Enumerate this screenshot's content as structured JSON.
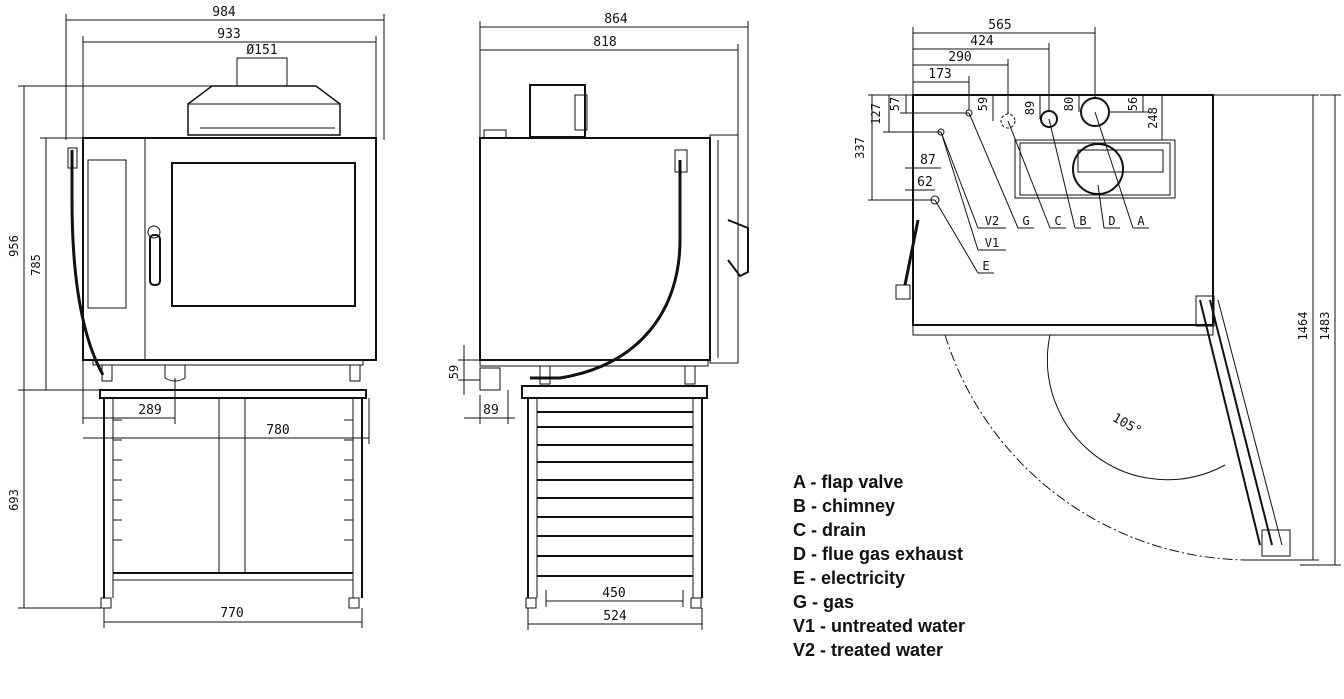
{
  "front_view": {
    "dims": {
      "width_overall": "984",
      "width_body": "933",
      "chimney_dia": "Ø151",
      "height_total": "956",
      "height_body": "785",
      "stand_height": "693",
      "offset_289": "289",
      "width_780": "780",
      "stand_width": "770"
    }
  },
  "side_view": {
    "dims": {
      "depth_overall": "864",
      "depth_body": "818",
      "offset_59": "59",
      "offset_89": "89",
      "stand_450": "450",
      "stand_524": "524"
    }
  },
  "top_view": {
    "dims": {
      "d565": "565",
      "d424": "424",
      "d290": "290",
      "d173": "173",
      "d127": "127",
      "d57": "57",
      "d59": "59",
      "d89": "89",
      "d80": "80",
      "d56": "56",
      "d248": "248",
      "d337": "337",
      "d87": "87",
      "d62": "62",
      "d1464": "1464",
      "d1483": "1483",
      "angle": "105°"
    },
    "callouts": {
      "v2": "V2",
      "g": "G",
      "c": "C",
      "b": "B",
      "d": "D",
      "a": "A",
      "v1": "V1",
      "e": "E"
    }
  },
  "legend": {
    "items": [
      "A - flap valve",
      "B - chimney",
      "C - drain",
      "D - flue gas exhaust",
      "E - electricity",
      "G - gas",
      "V1 - untreated water",
      "V2 - treated water"
    ]
  }
}
